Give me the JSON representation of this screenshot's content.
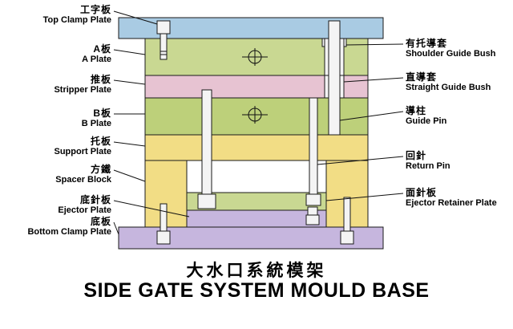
{
  "title": {
    "chinese": "大水口系統模架",
    "english": "SIDE GATE SYSTEM MOULD BASE"
  },
  "left_labels": [
    {
      "zh": "工字板",
      "en": "Top Clamp Plate"
    },
    {
      "zh": "A板",
      "en": "A Plate"
    },
    {
      "zh": "推板",
      "en": "Stripper Plate"
    },
    {
      "zh": "B板",
      "en": "B Plate"
    },
    {
      "zh": "托板",
      "en": "Support Plate"
    },
    {
      "zh": "方鐵",
      "en": "Spacer Block"
    },
    {
      "zh": "底針板",
      "en": "Ejector Plate"
    },
    {
      "zh": "底板",
      "en": "Bottom Clamp Plate"
    }
  ],
  "right_labels": [
    {
      "zh": "有托導套",
      "en": "Shoulder Guide Bush"
    },
    {
      "zh": "直導套",
      "en": "Straight Guide Bush"
    },
    {
      "zh": "導柱",
      "en": "Guide Pin"
    },
    {
      "zh": "回針",
      "en": "Return Pin"
    },
    {
      "zh": "面針板",
      "en": "Ejector Retainer Plate"
    }
  ],
  "colors": {
    "top_clamp_plate": "#a9cbe3",
    "a_plate": "#c9d892",
    "stripper_plate": "#e7c3d2",
    "b_plate": "#bdd07a",
    "support_plate": "#f2dd85",
    "spacer_block": "#f2dd85",
    "ejector_retainer_plate": "#c9d892",
    "ejector_plate": "#c6b6de",
    "bottom_clamp_plate": "#c6b6de"
  }
}
